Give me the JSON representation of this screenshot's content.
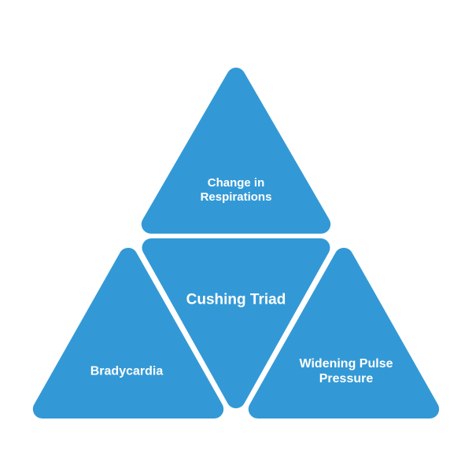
{
  "colors": {
    "triangle_fill": "#3399d6",
    "label_text": "#ffffff",
    "background": "#ffffff"
  },
  "diagram": {
    "type": "triad-pyramid",
    "center": {
      "label": "Cushing Triad"
    },
    "top": {
      "lines": [
        "Change in",
        "Respirations"
      ]
    },
    "bottom_left": {
      "label": "Bradycardia"
    },
    "bottom_right": {
      "lines": [
        "Widening Pulse",
        "Pressure"
      ]
    }
  }
}
